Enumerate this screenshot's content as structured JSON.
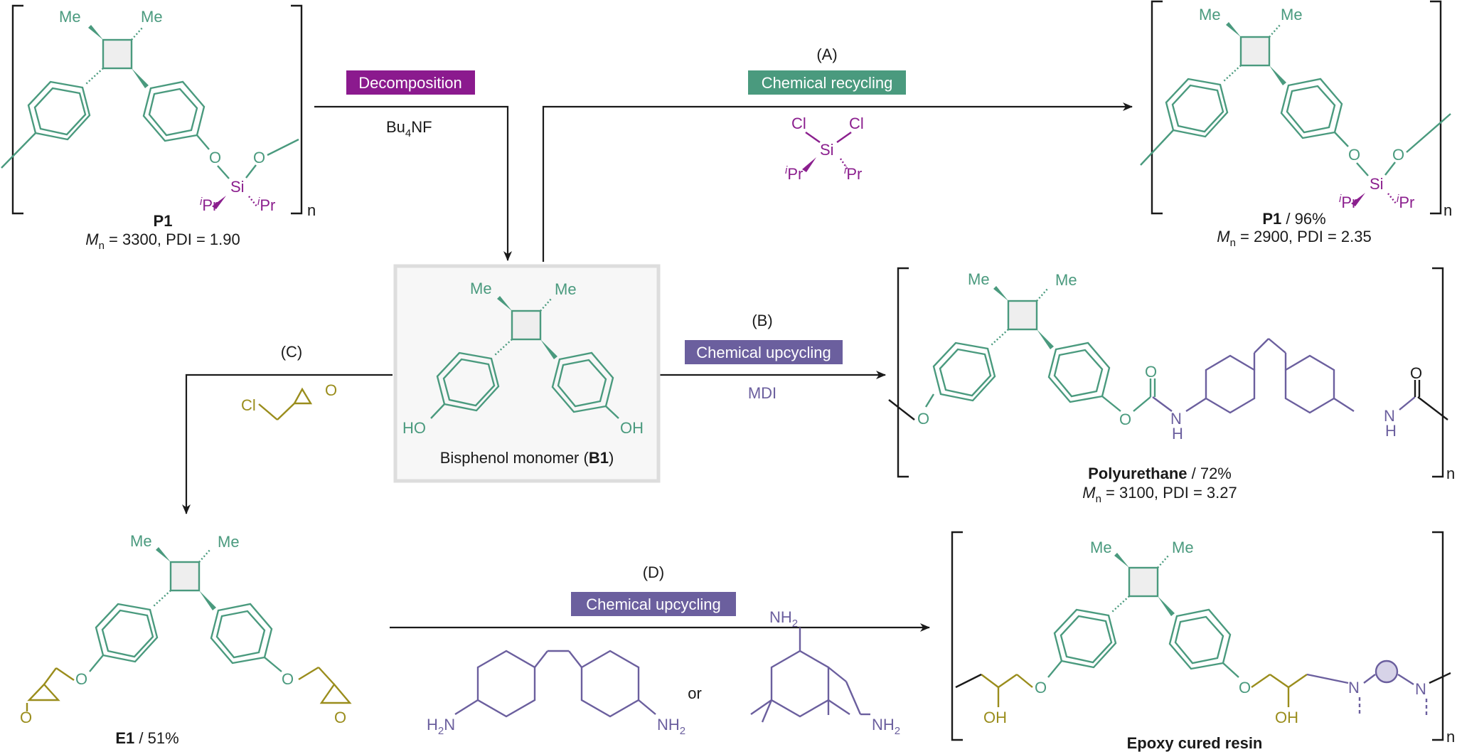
{
  "badges": {
    "decomposition": "Decomposition",
    "recycling": "Chemical recycling",
    "upcycling_b": "Chemical upcycling",
    "upcycling_d": "Chemical upcycling"
  },
  "colors": {
    "decomposition": "#8b1a8e",
    "recycling": "#4a9a7e",
    "upcycling": "#6b5f9e"
  },
  "route_labels": {
    "a": "(A)",
    "b": "(B)",
    "c": "(C)",
    "d": "(D)"
  },
  "reagents": {
    "bu4nf_main": "Bu",
    "bu4nf_sub": "4",
    "bu4nf_tail": "NF",
    "mdi": "MDI",
    "or": "or"
  },
  "atoms": {
    "me": "Me",
    "cl": "Cl",
    "si": "Si",
    "o": "O",
    "ho": "HO",
    "oh": "OH",
    "nh": "NH",
    "h": "H",
    "n": "N",
    "i": "i",
    "pr": "Pr",
    "nh2": "NH",
    "two": "2",
    "h2n": "H",
    "h2n_n": "N",
    "n_sub": "n"
  },
  "p1_start": {
    "name": "P1",
    "mn_italic": "M",
    "mn_sub": "n",
    "mn_text": " = 3300, PDI = 1.90"
  },
  "p1_product": {
    "name": "P1",
    "yield": " / 96%",
    "mn_italic": "M",
    "mn_sub": "n",
    "mn_text": " = 2900, PDI = 2.35"
  },
  "monomer": {
    "label_pre": "Bisphenol monomer (",
    "label_bold": "B1",
    "label_post": ")"
  },
  "polyurethane": {
    "name": "Polyurethane",
    "yield": " / 72%",
    "mn_italic": "M",
    "mn_sub": "n",
    "mn_text": " = 3100, PDI = 3.27"
  },
  "e1": {
    "name": "E1",
    "yield": " / 51%"
  },
  "epoxy": {
    "name": "Epoxy cured resin"
  }
}
